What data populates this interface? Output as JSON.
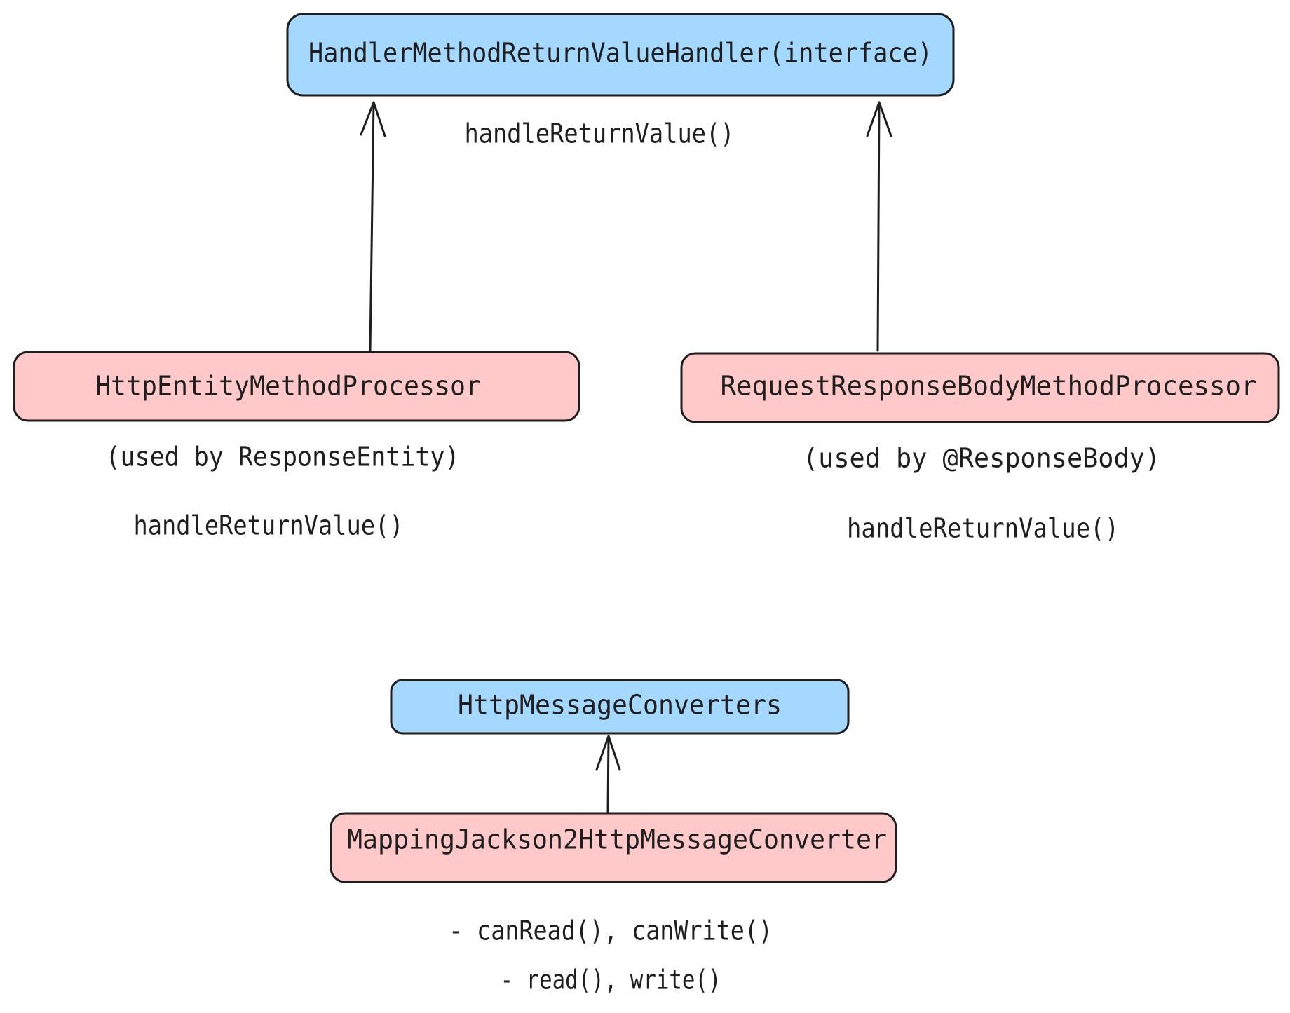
{
  "colors": {
    "interface_fill": "#a5d8ff",
    "impl_fill": "#ffc9c9",
    "stroke": "#1e1e1e",
    "background": "#ffffff"
  },
  "nodes": {
    "handler_interface": "HandlerMethodReturnValueHandler(interface)",
    "http_entity_processor": "HttpEntityMethodProcessor",
    "request_response_body_processor": "RequestResponseBodyMethodProcessor",
    "http_message_converters": "HttpMessageConverters",
    "jackson_converter": "MappingJackson2HttpMessageConverter"
  },
  "notes": {
    "interface_method": "handleReturnValue()",
    "http_entity_used_by": "(used by ResponseEntity)",
    "http_entity_method": "handleReturnValue()",
    "rrb_used_by": "(used by @ResponseBody)",
    "rrb_method": "handleReturnValue()",
    "jackson_methods_1": "- canRead(), canWrite()",
    "jackson_methods_2": "- read(), write()"
  },
  "edges": [
    {
      "from": "http_entity_processor",
      "to": "handler_interface"
    },
    {
      "from": "request_response_body_processor",
      "to": "handler_interface"
    },
    {
      "from": "jackson_converter",
      "to": "http_message_converters"
    }
  ]
}
